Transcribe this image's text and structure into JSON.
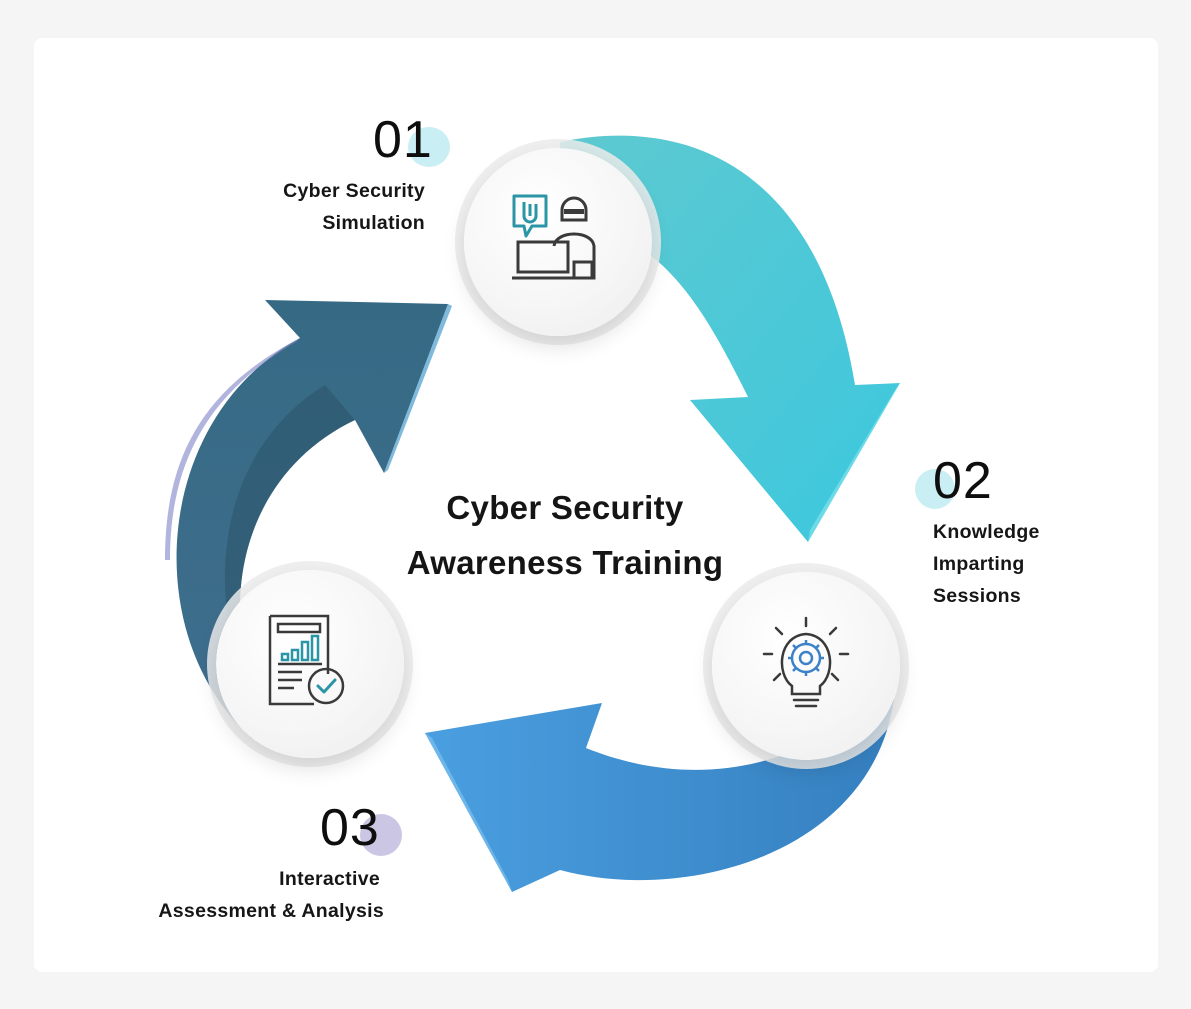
{
  "title": {
    "line1": "Cyber Security",
    "line2": "Awareness Training"
  },
  "steps": [
    {
      "number": "01",
      "lines": [
        "Cyber Security",
        "Simulation"
      ],
      "icon": "hacker-laptop-icon",
      "arrow_color": "#45c7d6",
      "dot_color": "#c9eef3"
    },
    {
      "number": "02",
      "lines": [
        "Knowledge",
        "Imparting",
        "Sessions"
      ],
      "icon": "lightbulb-gear-icon",
      "arrow_color": "#3d94d4",
      "dot_color": "#c9eef3"
    },
    {
      "number": "03",
      "lines": [
        "Interactive",
        "Assessment & Analysis"
      ],
      "icon": "report-check-icon",
      "arrow_color": "#366c89",
      "dot_color": "#cbc6e4"
    }
  ]
}
